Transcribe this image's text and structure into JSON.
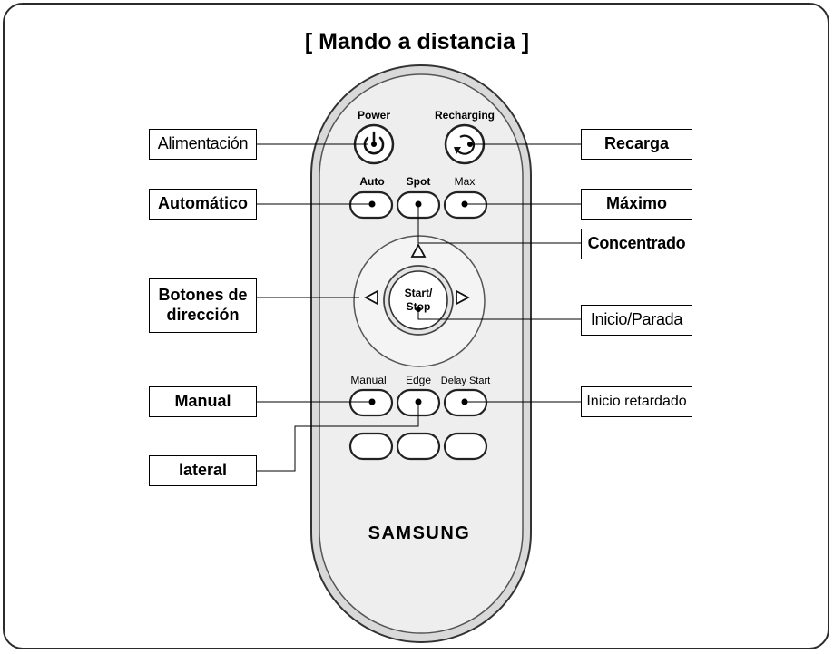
{
  "title": "[ Mando a distancia ]",
  "remote": {
    "button_labels": {
      "power": "Power",
      "recharging": "Recharging",
      "auto": "Auto",
      "spot": "Spot",
      "max": "Max",
      "start_stop_line1": "Start/",
      "start_stop_line2": "Stop",
      "manual": "Manual",
      "edge": "Edge",
      "delay_start": "Delay Start"
    },
    "brand": "SAMSUNG",
    "icons": [
      "power-icon",
      "recharge-icon",
      "arrow-up-icon",
      "arrow-left-icon",
      "arrow-right-icon"
    ]
  },
  "callouts": {
    "alimentacion": "Alimentación",
    "recarga": "Recarga",
    "automatico": "Automático",
    "maximo": "Máximo",
    "concentrado": "Concentrado",
    "botones_direccion": "Botones de dirección",
    "inicio_parada": "Inicio/Parada",
    "manual": "Manual",
    "inicio_retardado": "Inicio retardado",
    "lateral": "lateral"
  }
}
